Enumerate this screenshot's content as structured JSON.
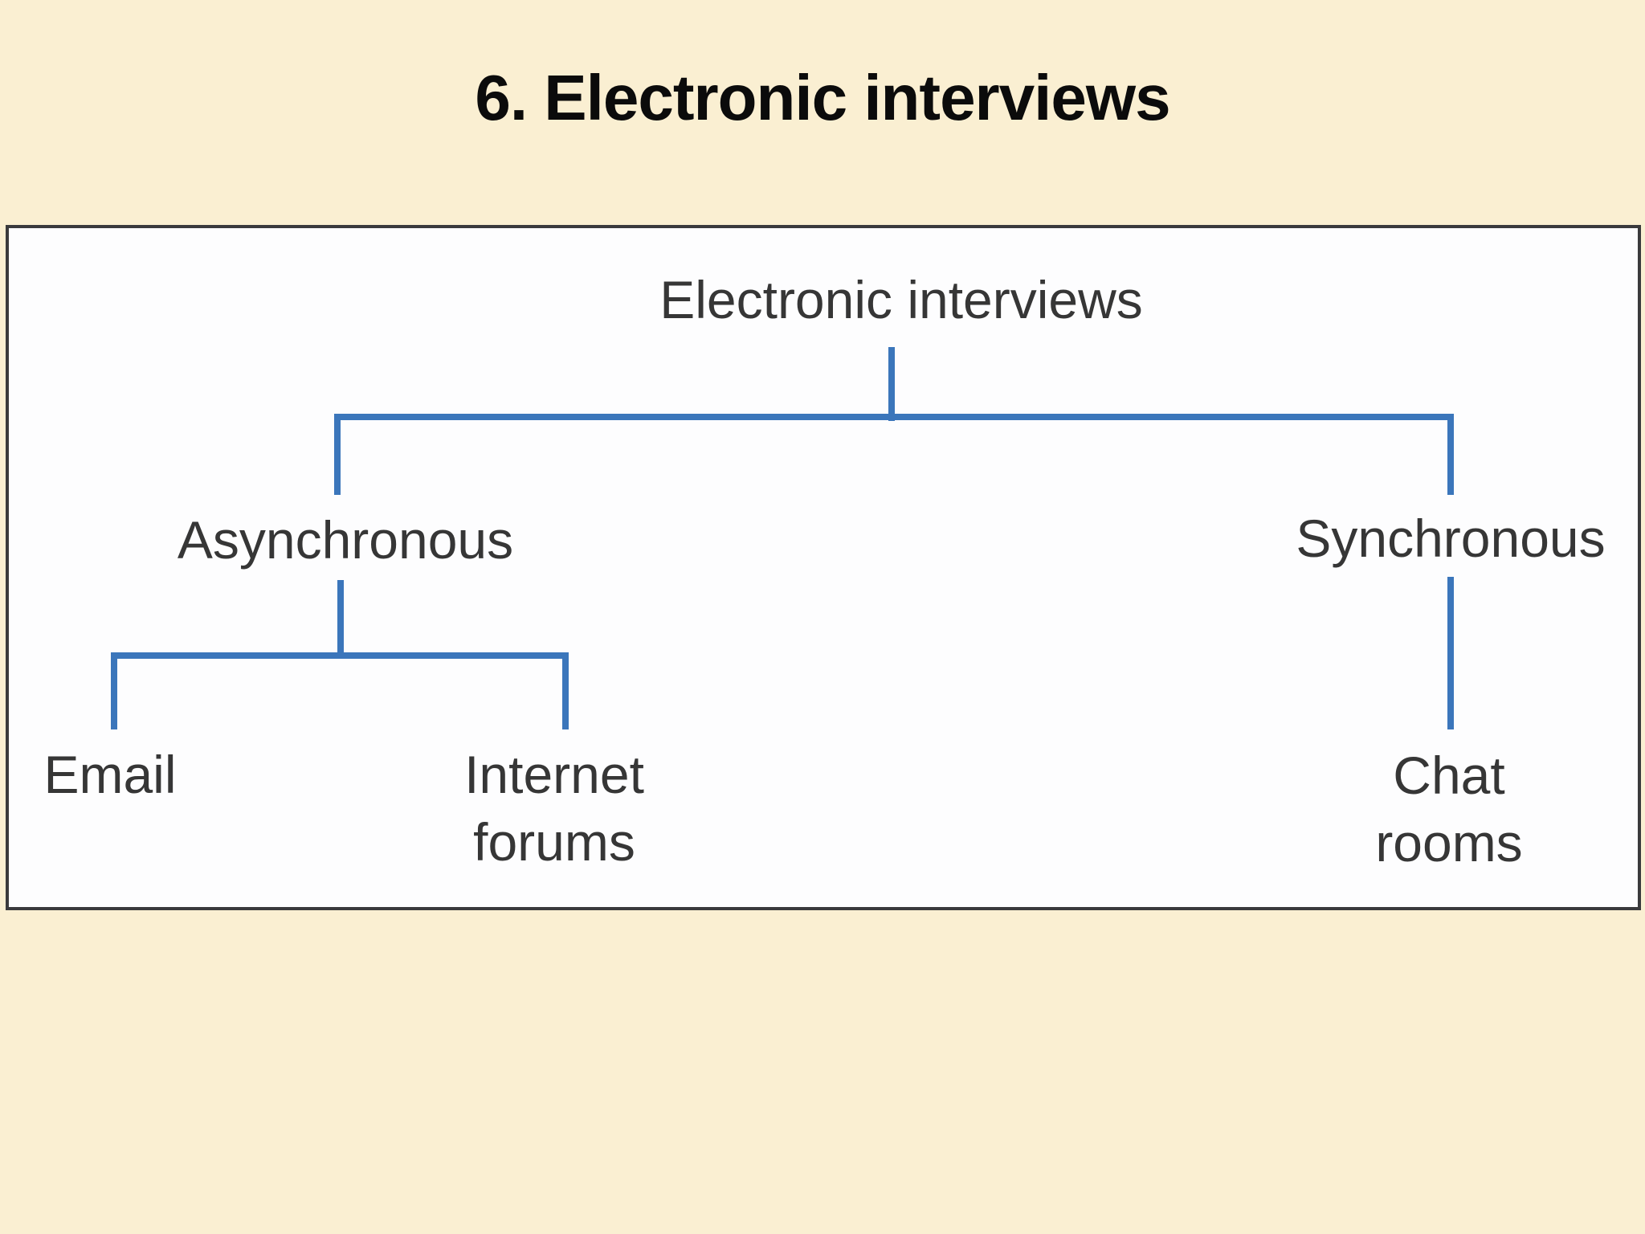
{
  "slide": {
    "title": "6. Electronic interviews"
  },
  "diagram": {
    "root_label": "Electronic interviews",
    "branches": {
      "asynchronous": {
        "label": "Asynchronous",
        "children": {
          "email": "Email",
          "internet_forums": "Internet forums"
        }
      },
      "synchronous": {
        "label": "Synchronous",
        "children": {
          "chat_rooms": "Chat rooms"
        }
      }
    }
  },
  "colors": {
    "background": "#FAEFD2",
    "panel_background": "#FDFDFE",
    "panel_border": "#3A3A3C",
    "connector_blue": "#3B76BB",
    "title_text": "#0B0B0B",
    "node_text": "#363636"
  }
}
